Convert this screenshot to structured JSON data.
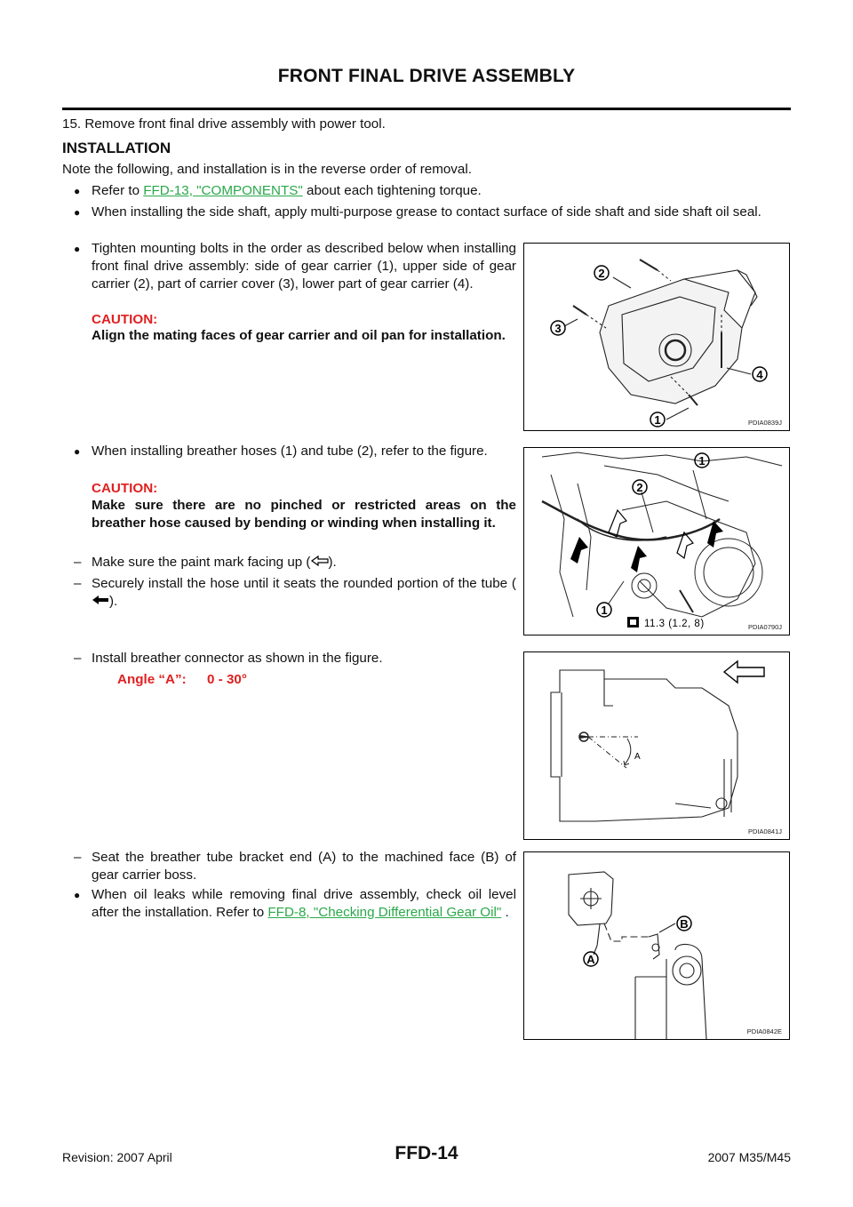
{
  "header": {
    "title": "FRONT FINAL DRIVE ASSEMBLY"
  },
  "step15": "15. Remove front final drive assembly with power tool.",
  "installation": {
    "heading": "INSTALLATION",
    "intro": "Note the following, and installation is in the reverse order of removal.",
    "b1_prefix": "Refer to ",
    "b1_link": "FFD-13, \"COMPONENTS\"",
    "b1_suffix": " about each tightening torque.",
    "b2": "When installing the side shaft, apply multi-purpose grease to contact surface of side shaft and side shaft oil seal.",
    "b3": "Tighten mounting bolts in the order as described below when installing front final drive assembly: side of gear carrier (1), upper side of gear carrier (2), part of carrier cover (3), lower part of gear carrier (4).",
    "caution_label": "CAUTION:",
    "caution1": "Align the mating faces of gear carrier and oil pan for installation.",
    "b4": "When installing breather hoses (1) and tube (2), refer to the figure.",
    "caution2": "Make sure there are no pinched or restricted areas on the breather hose caused by bending or winding when installing it.",
    "d1_prefix": "Make sure the paint mark facing up (",
    "d1_suffix": ").",
    "d2_prefix": "Securely install the hose until it seats the rounded portion of the tube (",
    "d2_suffix": ").",
    "d3": "Install breather connector as shown in the figure.",
    "angle_label": "Angle “A”:",
    "angle_value": "0 - 30°",
    "d4": "Seat the breather tube bracket end (A) to the machined face (B) of gear carrier boss.",
    "b5_prefix": "When oil leaks while removing final drive assembly, check oil level after the installation. Refer to ",
    "b5_link": "FFD-8, \"Checking Differential Gear Oil\"",
    "b5_suffix": " ."
  },
  "figures": {
    "fig1": {
      "code": "PDIA0839J",
      "labels": [
        "1",
        "2",
        "3",
        "4"
      ]
    },
    "fig2": {
      "code": "PDIA0790J",
      "labels": [
        "1",
        "2",
        "1"
      ],
      "torque": "11.3 (1.2, 8)"
    },
    "fig3": {
      "code": "PDIA0841J",
      "labels": [
        "A"
      ]
    },
    "fig4": {
      "code": "PDIA0842E",
      "labels": [
        "A",
        "B"
      ]
    }
  },
  "footer": {
    "revision": "Revision: 2007 April",
    "page": "FFD-14",
    "model": "2007 M35/M45"
  },
  "colors": {
    "link": "#2aa84a",
    "caution": "#e02020"
  }
}
